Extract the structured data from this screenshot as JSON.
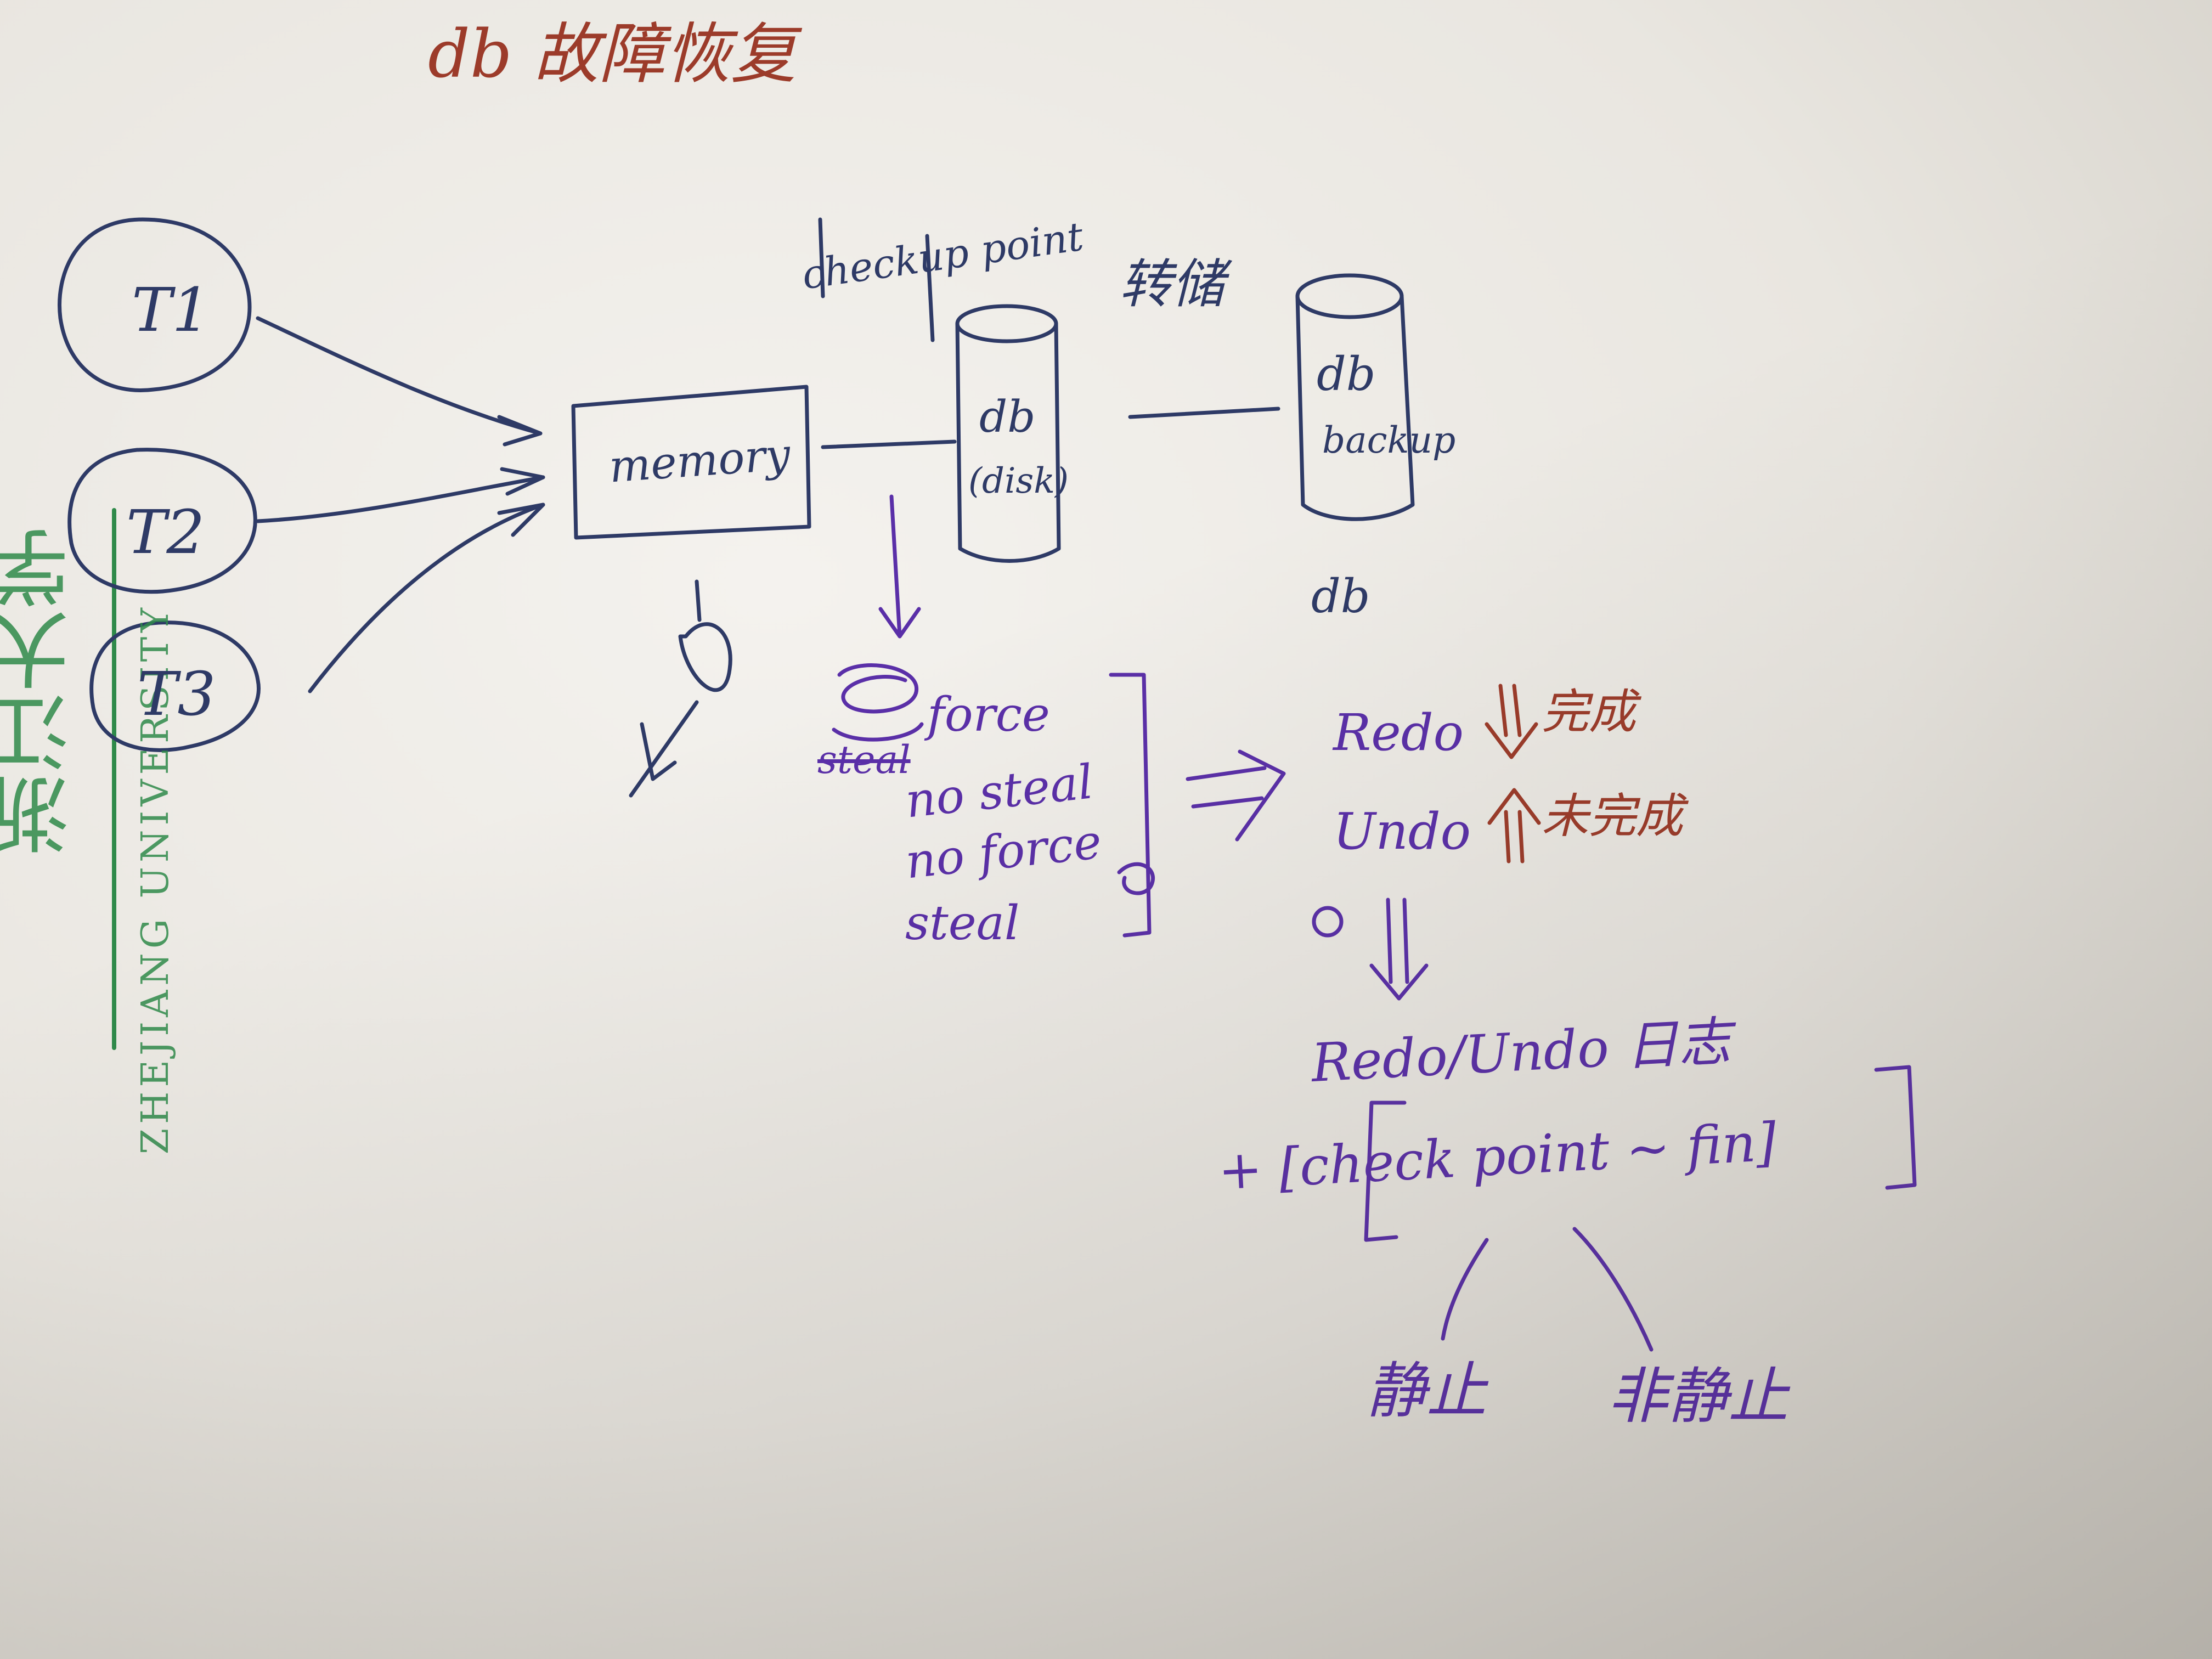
{
  "title": "db 故障恢复",
  "transactions": [
    "T1",
    "T2",
    "T3"
  ],
  "memory_label": "memory",
  "disk": {
    "label_top": "db",
    "label_bottom": "(disk)",
    "checkpoint_label": "checkup point"
  },
  "backup": {
    "label_top": "db",
    "label_bottom": "backup",
    "transfer_label": "转储",
    "below_label": "db"
  },
  "policies": [
    "force",
    "no steal",
    "no force",
    "steal"
  ],
  "policy_crossed": "steal",
  "recovery": {
    "redo": "Redo",
    "redo_note": "完成",
    "undo": "Undo",
    "undo_note": "未完成",
    "log": "Redo/Undo 日志",
    "checkpoint": "+ [check point ~ fin]",
    "static": "静止",
    "non_static": "非静止"
  },
  "watermark": {
    "university_cn": "浙江大学",
    "university_en": "ZHEJIANG UNIVERSITY"
  }
}
